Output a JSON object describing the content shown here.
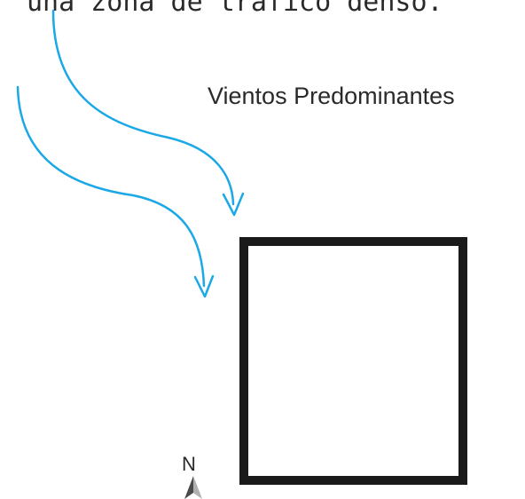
{
  "top_text": "una zona de tráfico denso.",
  "wind_label": "Vientos Predominantes",
  "north_label": "N",
  "colors": {
    "wind_arrows": "#1ba8e6",
    "building_outline": "#1a1a1a",
    "text": "#2a2a2a",
    "north_arrow_dark": "#4a4a4a",
    "north_arrow_light": "#b0b0b0"
  },
  "icons": {
    "wind_arrows": "curved-arrow-icon",
    "north_indicator": "north-arrow-icon"
  }
}
